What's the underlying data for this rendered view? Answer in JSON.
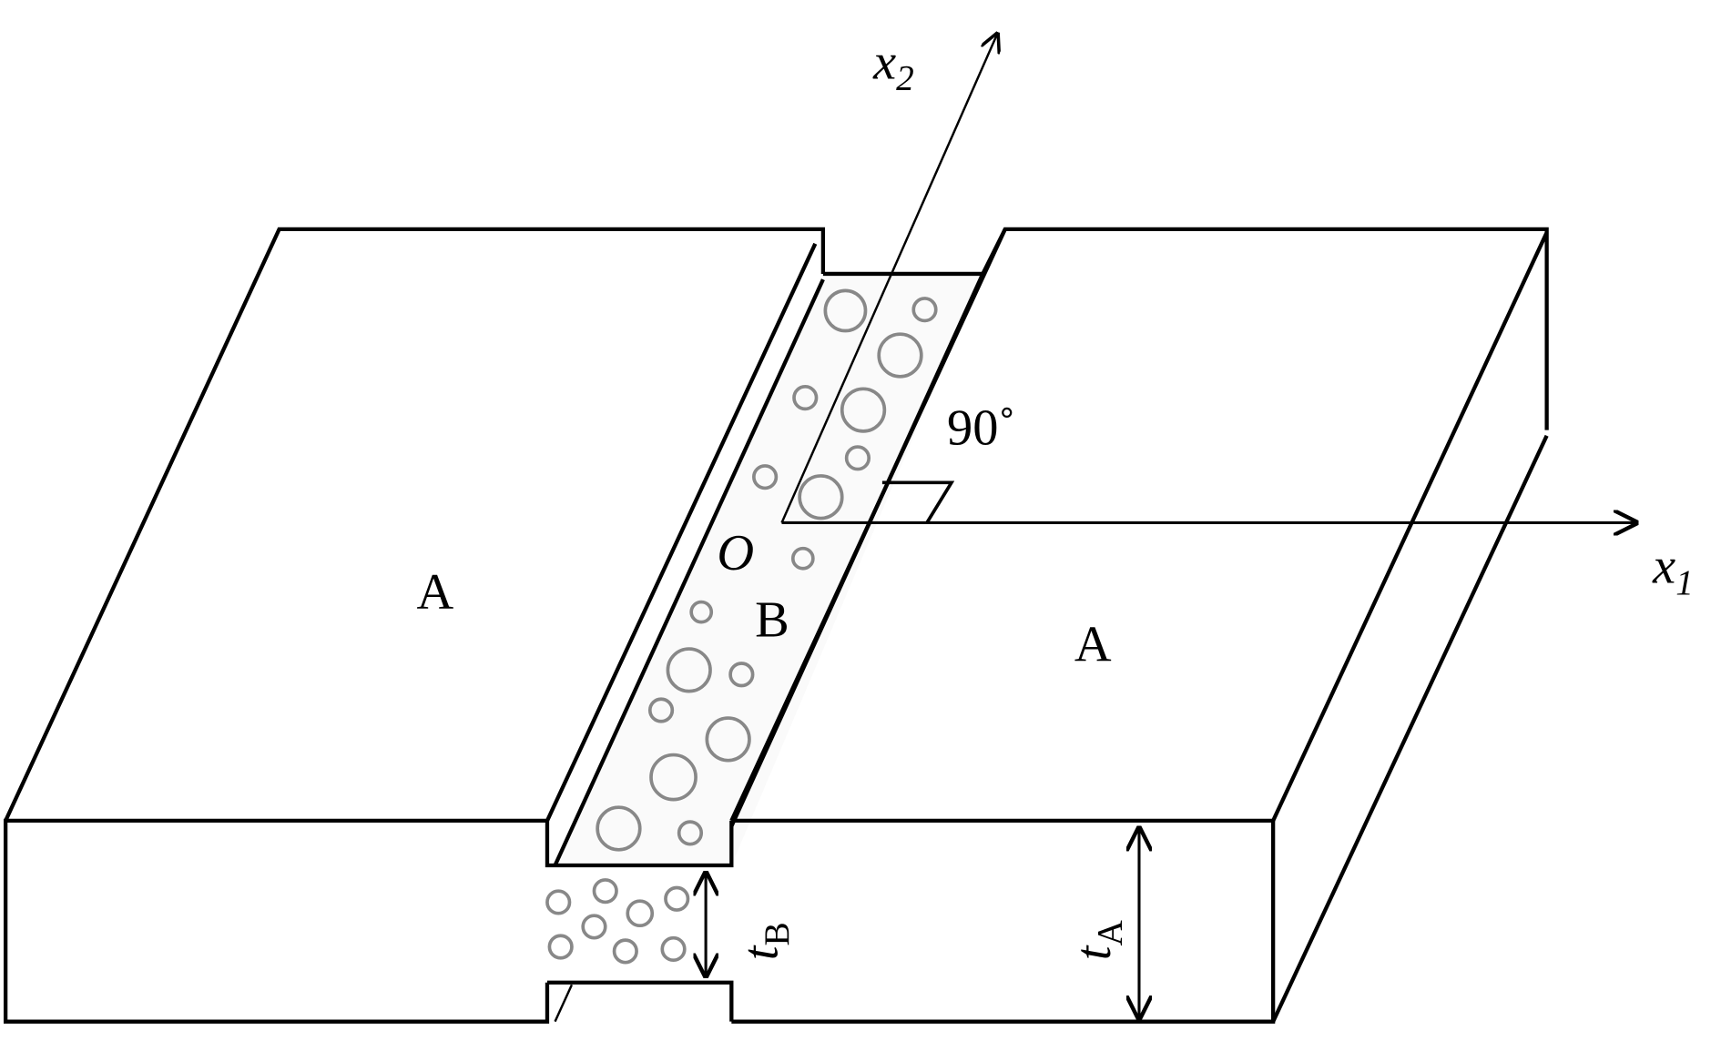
{
  "labels": {
    "axis_x2": "x",
    "axis_x2_sub": "2",
    "axis_x1": "x",
    "axis_x1_sub": "1",
    "angle": "90˚",
    "origin": "O",
    "material_b": "B",
    "material_a_left": "A",
    "material_a_right": "A",
    "thickness_b": "t",
    "thickness_b_sub": "B",
    "thickness_a": "t",
    "thickness_a_sub": "A"
  },
  "colors": {
    "lines": "#000000",
    "bubbles": "#888888"
  }
}
